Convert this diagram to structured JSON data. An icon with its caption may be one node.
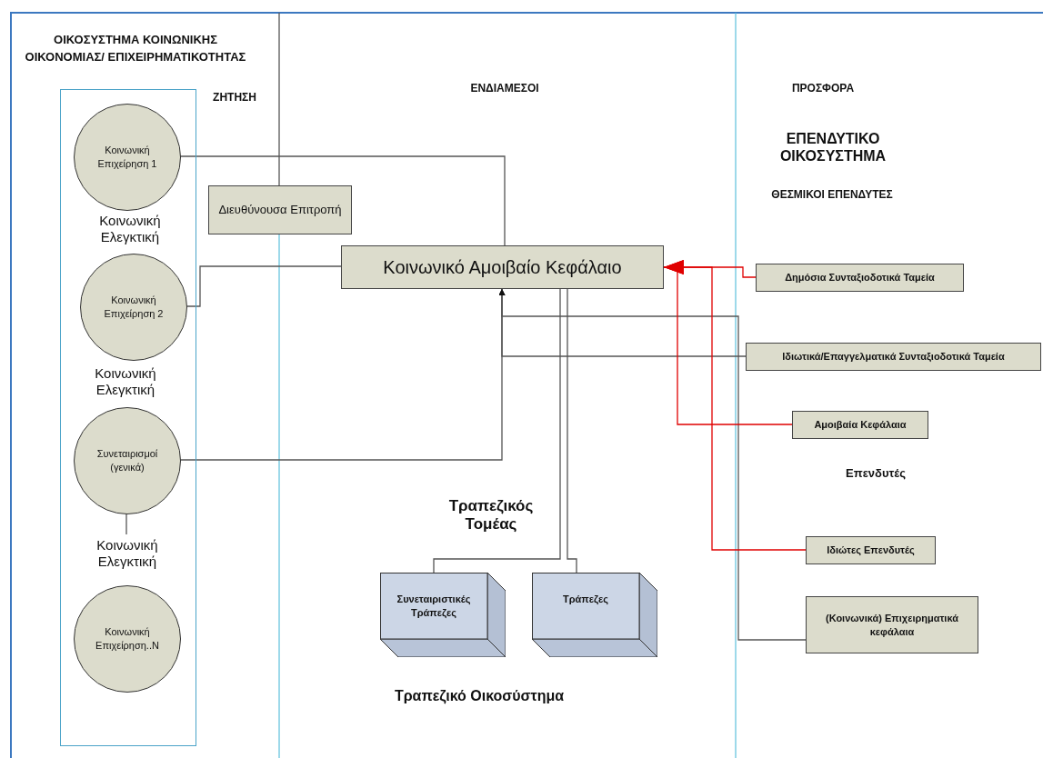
{
  "diagram": {
    "title": "ΟΙΚΟΣΥΣΤΗΜΑ ΚΟΙΝΩΝΙΚΗΣ ΟΙΚΟΝΟΜΙΑΣ/ ΕΠΙΧΕΙΡΗΜΑΤΙΚΟΤΗΤΑΣ",
    "nodes": [
      {
        "text": [],
        "shape": "box"
      },
      {
        "text": [
          "Κοινωνική Επιχείρηση 1"
        ],
        "in": 0
      },
      {
        "text": [
          "Κοινωνική Επιχείρηση 2"
        ],
        "in": 0
      },
      {
        "text": [
          "Συνεταιρισμοί (γενικά)"
        ],
        "in": 0
      },
      {
        "text": [
          "Κοινωνική Επιχείρηση..Ν"
        ],
        "in": 0
      },
      {
        "text": [
          "Κοινωνική Ελεγκτική"
        ],
        "in": 0
      },
      {
        "text": [
          "Διευθύνουσα Επιτροπή"
        ]
      },
      {
        "text": [
          "Κοινωνικό Αμοιβαίο Κεφάλαιο"
        ]
      },
      {
        "text": [
          "Δημόσια Συνταξιοδοτικά Ταμεία"
        ]
      },
      {
        "text": [
          "Ιδιωτικά/Επαγγελματικά Συνταξιοδοτικά Ταμεία"
        ]
      },
      {
        "text": [
          "Αμοιβαία Κεφάλαια"
        ]
      },
      {
        "text": [
          "Ιδιώτες Επενδυτές"
        ]
      },
      {
        "text": [
          "(Κοινωνικά) Επιχειρηματικά κεφάλαια"
        ]
      },
      {
        "text": [
          "Συνεταιριστικές Τράπεζες"
        ]
      },
      {
        "text": [
          "Τράπεζες"
        ]
      }
    ],
    "edges": [
      {
        "from": 1,
        "to": 7,
        "arrow": "none"
      },
      {
        "from": 2,
        "to": 7,
        "arrow": "none"
      },
      {
        "from": 3,
        "to": 7,
        "arrow": "to"
      },
      {
        "from": 9,
        "to": 7,
        "arrow": "to"
      },
      {
        "from": 12,
        "to": 7,
        "arrow": "to"
      },
      {
        "from": 8,
        "to": 7,
        "arrow": "to",
        "color": "#e00000"
      },
      {
        "from": 10,
        "to": 7,
        "arrow": "to",
        "color": "#e00000"
      },
      {
        "from": 11,
        "to": 7,
        "arrow": "to",
        "color": "#e00000"
      },
      {
        "from": 13,
        "to": 7,
        "arrow": "none"
      },
      {
        "from": 14,
        "to": 7,
        "arrow": "none"
      },
      {
        "from": 3,
        "to": 5,
        "arrow": "none"
      },
      {
        "from": 6,
        "to": null,
        "arrow": "none"
      }
    ],
    "labels": [
      "ΖΗΤΗΣΗ",
      "ΕΝΔΙΑΜΕΣΟΙ",
      "ΠΡΟΣΦΟΡΑ",
      "ΕΠΕΝΔΥΤΙΚΟ ΟΙΚΟΣΥΣΤΗΜΑ",
      "ΘΕΣΜΙΚΟΙ ΕΠΕΝΔΥΤΕΣ",
      "Κοινωνική Ελεγκτική",
      "Κοινωνική Ελεγκτική",
      "Επενδυτές",
      "Τραπεζικός Τομέας",
      "Τραπεζικό Οικοσύστημα"
    ]
  }
}
